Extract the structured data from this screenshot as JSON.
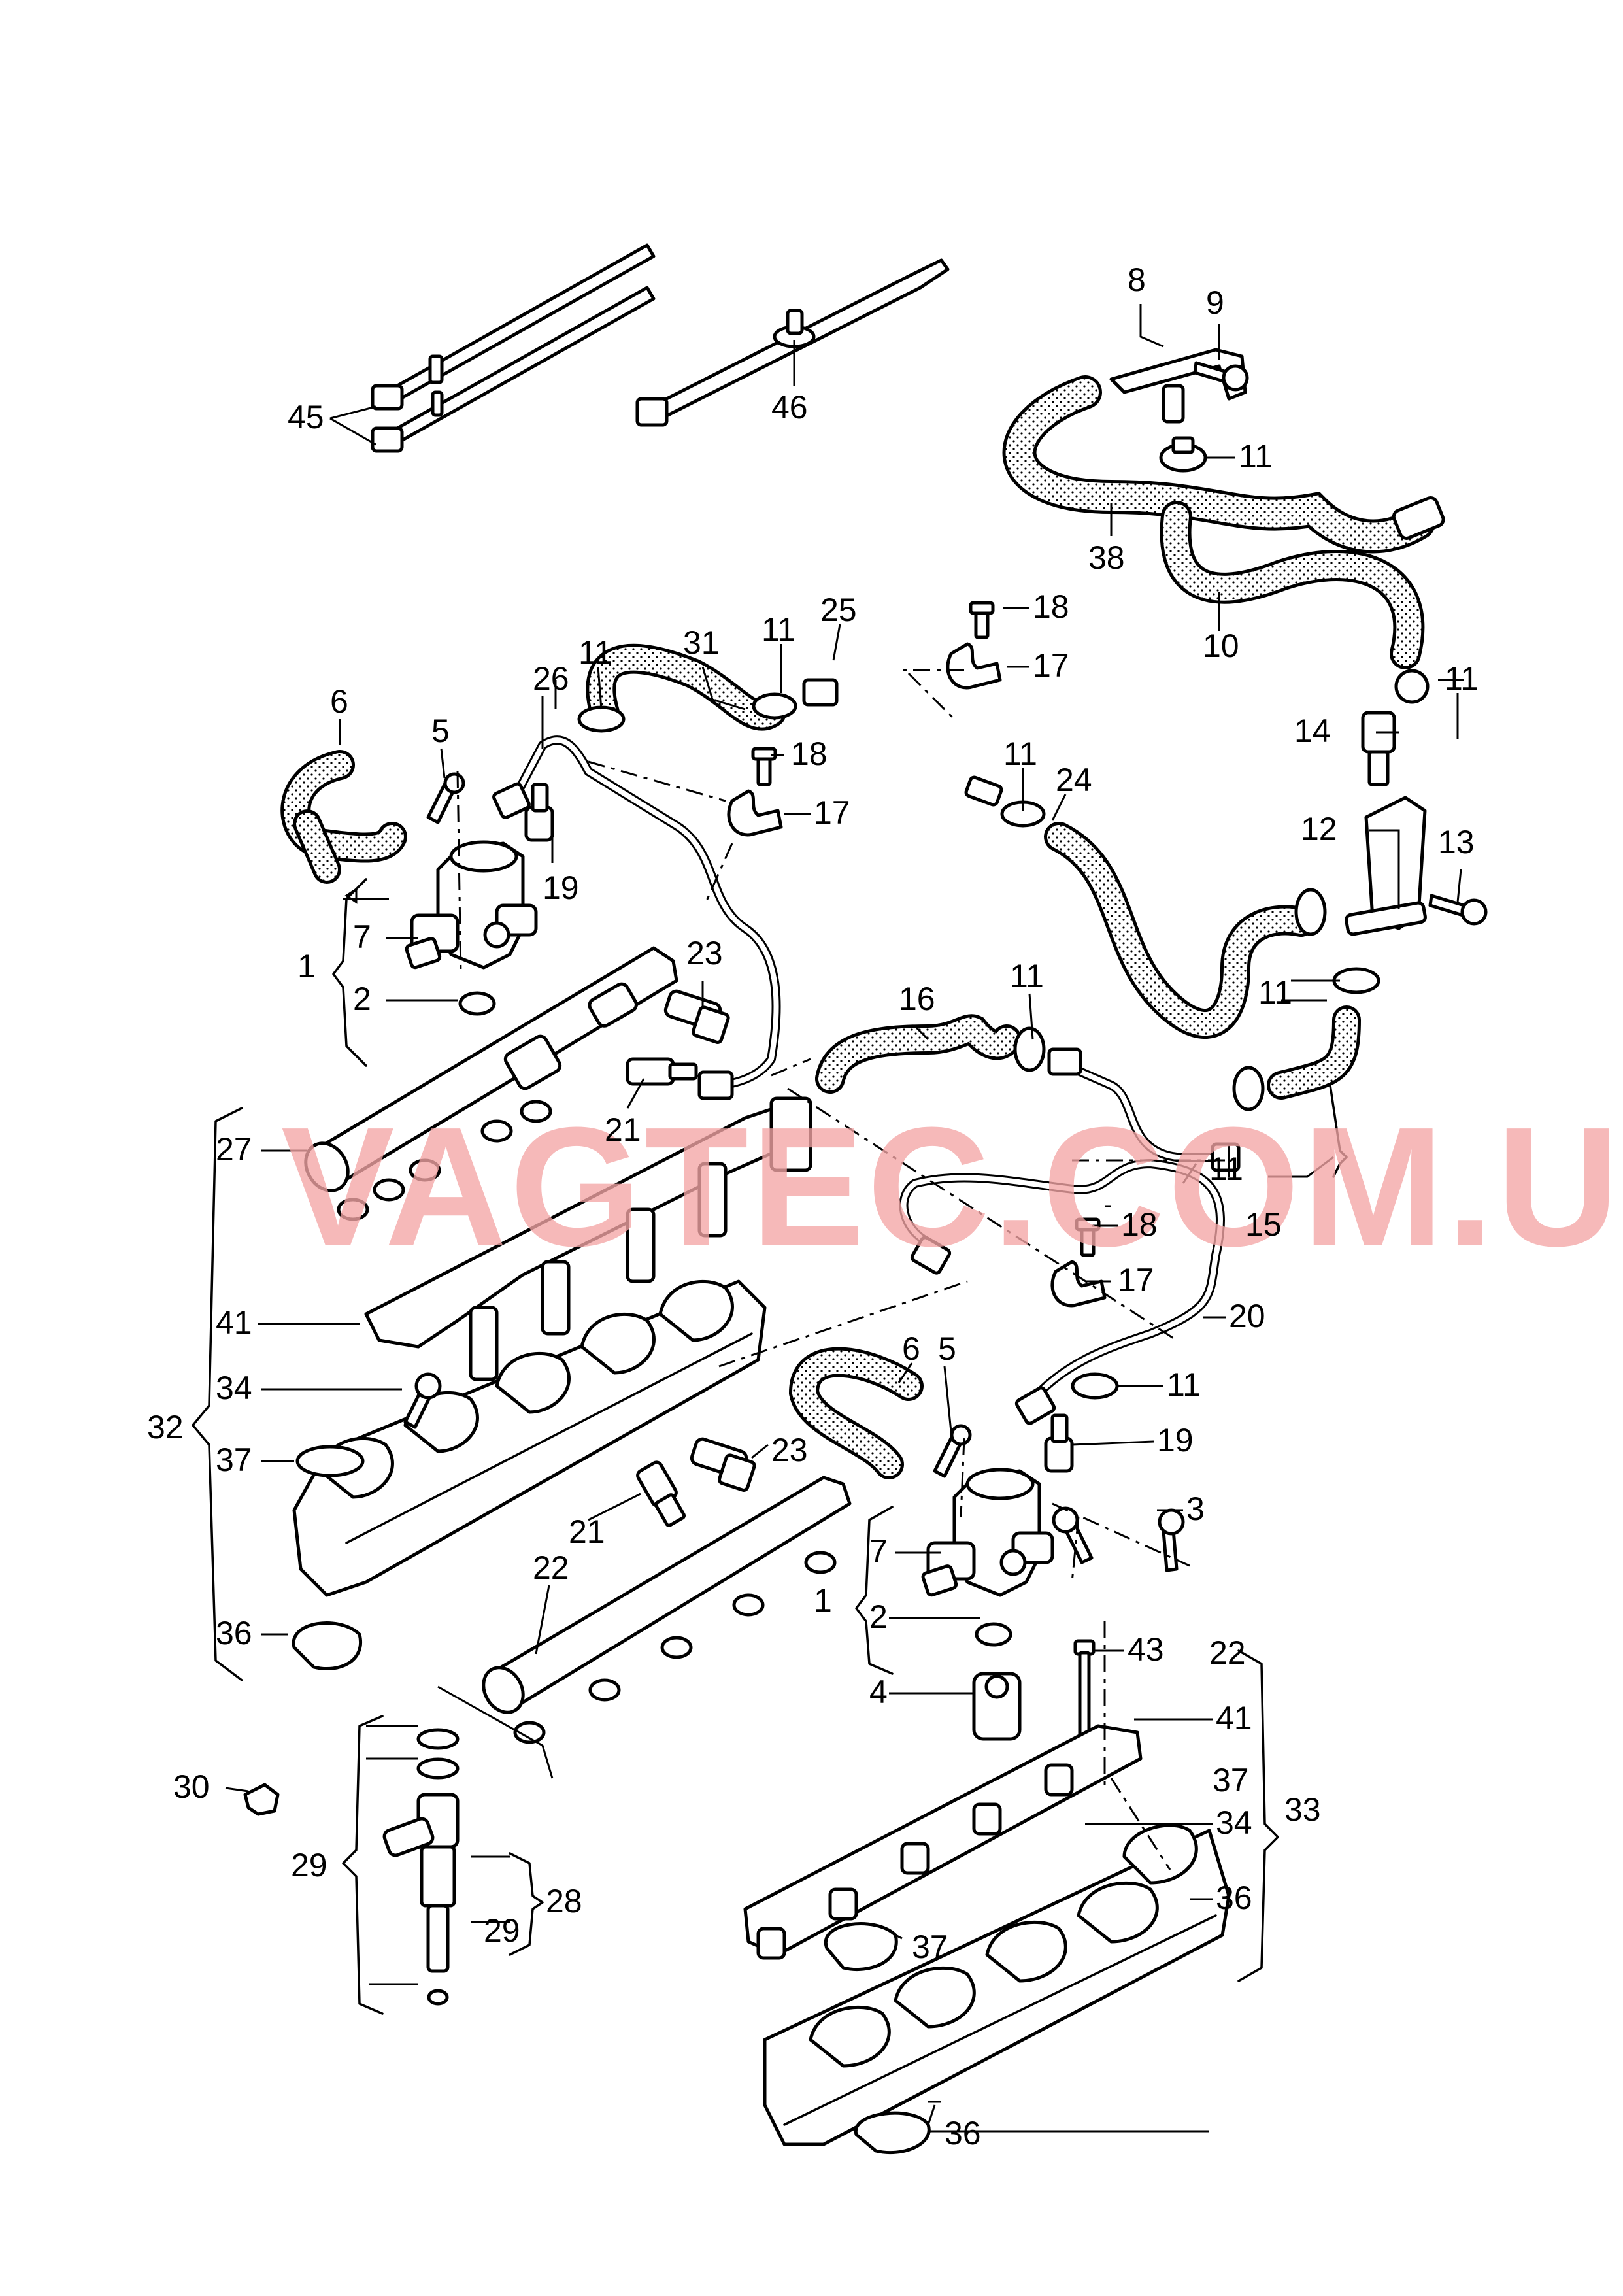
{
  "watermark": "VAGTEC.COM.UA",
  "callouts": [
    {
      "id": "c45",
      "text": "45"
    },
    {
      "id": "c46",
      "text": "46"
    },
    {
      "id": "c8",
      "text": "8"
    },
    {
      "id": "c9",
      "text": "9"
    },
    {
      "id": "c11a",
      "text": "11"
    },
    {
      "id": "c38",
      "text": "38"
    },
    {
      "id": "c10",
      "text": "10"
    },
    {
      "id": "c25",
      "text": "25"
    },
    {
      "id": "c18a",
      "text": "18"
    },
    {
      "id": "c17a",
      "text": "17"
    },
    {
      "id": "c11b",
      "text": "11"
    },
    {
      "id": "c31",
      "text": "31"
    },
    {
      "id": "c11c",
      "text": "11"
    },
    {
      "id": "c26",
      "text": "26"
    },
    {
      "id": "c11d",
      "text": "11"
    },
    {
      "id": "c6a",
      "text": "6"
    },
    {
      "id": "c5a",
      "text": "5"
    },
    {
      "id": "c18b",
      "text": "18"
    },
    {
      "id": "c17b",
      "text": "17"
    },
    {
      "id": "c11e",
      "text": "11"
    },
    {
      "id": "c24",
      "text": "24"
    },
    {
      "id": "c14",
      "text": "14"
    },
    {
      "id": "c12",
      "text": "12"
    },
    {
      "id": "c13",
      "text": "13"
    },
    {
      "id": "c19a",
      "text": "19"
    },
    {
      "id": "c7a",
      "text": "7"
    },
    {
      "id": "c1a",
      "text": "1"
    },
    {
      "id": "c2a",
      "text": "2"
    },
    {
      "id": "c23a",
      "text": "23"
    },
    {
      "id": "c16",
      "text": "16"
    },
    {
      "id": "c11f",
      "text": "11"
    },
    {
      "id": "c11g",
      "text": "11"
    },
    {
      "id": "c21a",
      "text": "21"
    },
    {
      "id": "c27",
      "text": "27"
    },
    {
      "id": "c11h",
      "text": "11"
    },
    {
      "id": "c15",
      "text": "15"
    },
    {
      "id": "c18c",
      "text": "18"
    },
    {
      "id": "c17c",
      "text": "17"
    },
    {
      "id": "c41a",
      "text": "41"
    },
    {
      "id": "c20",
      "text": "20"
    },
    {
      "id": "c34a",
      "text": "34"
    },
    {
      "id": "c6b",
      "text": "6"
    },
    {
      "id": "c5b",
      "text": "5"
    },
    {
      "id": "c11i",
      "text": "11"
    },
    {
      "id": "c32",
      "text": "32"
    },
    {
      "id": "c23b",
      "text": "23"
    },
    {
      "id": "c19b",
      "text": "19"
    },
    {
      "id": "c37a",
      "text": "37"
    },
    {
      "id": "c3",
      "text": "3"
    },
    {
      "id": "c21b",
      "text": "21"
    },
    {
      "id": "c22a",
      "text": "22"
    },
    {
      "id": "c7b",
      "text": "7"
    },
    {
      "id": "c1b",
      "text": "1"
    },
    {
      "id": "c36a",
      "text": "36"
    },
    {
      "id": "c2b",
      "text": "2"
    },
    {
      "id": "c43",
      "text": "43"
    },
    {
      "id": "c22b",
      "text": "22"
    },
    {
      "id": "c4",
      "text": "4"
    },
    {
      "id": "c41b",
      "text": "41"
    },
    {
      "id": "c30",
      "text": "30"
    },
    {
      "id": "c37b",
      "text": "37"
    },
    {
      "id": "c33",
      "text": "33"
    },
    {
      "id": "c34b",
      "text": "34"
    },
    {
      "id": "c29a",
      "text": "29"
    },
    {
      "id": "c28",
      "text": "28"
    },
    {
      "id": "c36b",
      "text": "36"
    },
    {
      "id": "c29b",
      "text": "29"
    },
    {
      "id": "c37c",
      "text": "37"
    },
    {
      "id": "c36c",
      "text": "36"
    }
  ]
}
